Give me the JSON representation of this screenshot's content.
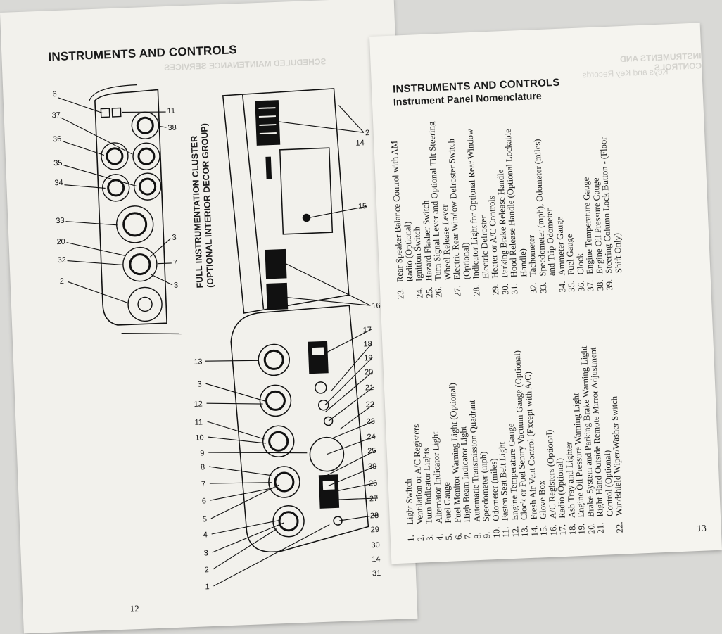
{
  "left_page": {
    "heading": "INSTRUMENTS AND CONTROLS",
    "page_number": "12",
    "ghost_text": "SCHEDULED MAINTENANCE SERVICES",
    "cluster_label_line1": "FULL INSTRUMENTATION CLUSTER",
    "cluster_label_line2": "(OPTIONAL INTERIOR DECOR GROUP)"
  },
  "right_page": {
    "heading": "INSTRUMENTS AND CONTROLS",
    "subheading": "Instrument Panel Nomenclature",
    "page_number": "13",
    "ghost_heading": "INSTRUMENTS AND CONTROLS",
    "ghost_subheading": "Keys and Key Records"
  },
  "nomenclature": [
    {
      "n": "1.",
      "t": "Light Switch"
    },
    {
      "n": "2.",
      "t": "Ventilation or A/C Registers"
    },
    {
      "n": "3.",
      "t": "Turn Indicator Lights"
    },
    {
      "n": "4.",
      "t": "Alternator Indicator Light"
    },
    {
      "n": "5.",
      "t": "Fuel Gauge"
    },
    {
      "n": "6.",
      "t": "Fuel Monitor Warning Light (Optional)"
    },
    {
      "n": "7.",
      "t": "High Beam Indicator Light"
    },
    {
      "n": "8.",
      "t": "Automatic Transmission Quadrant"
    },
    {
      "n": "9.",
      "t": "Speedometer (mph)"
    },
    {
      "n": "10.",
      "t": "Odometer (miles)"
    },
    {
      "n": "11.",
      "t": "Fasten Seat Belt Light"
    },
    {
      "n": "12.",
      "t": "Engine Temperature Gauge"
    },
    {
      "n": "13.",
      "t": "Clock or Fuel Sentry Vacuum Gauge (Optional)"
    },
    {
      "n": "14.",
      "t": "Fresh Air Vent Control (Except with A/C)"
    },
    {
      "n": "15.",
      "t": "Glove Box"
    },
    {
      "n": "16.",
      "t": "A/C Registers (Optional)"
    },
    {
      "n": "17.",
      "t": "Radio (Optional)"
    },
    {
      "n": "18.",
      "t": "Ash Tray and Lighter"
    },
    {
      "n": "19.",
      "t": "Engine Oil Pressure Warning Light"
    },
    {
      "n": "20.",
      "t": "Brake System and Parking Brake Warning Light"
    },
    {
      "n": "21.",
      "t": "Right Hand Outside Remote Mirror Adjustment",
      "c": "Control (Optional)"
    },
    {
      "n": "22.",
      "t": "Windshield Wiper/Washer Switch"
    },
    {
      "n": "23.",
      "t": "Rear Speaker Balance Control with AM",
      "c": "Radio (Optional)"
    },
    {
      "n": "24.",
      "t": "Ignition Switch"
    },
    {
      "n": "25.",
      "t": "Hazard Flasher Switch"
    },
    {
      "n": "26.",
      "t": "Turn Signal Lever and Optional Tilt Steering",
      "c": "Wheel Release Lever"
    },
    {
      "n": "27.",
      "t": "Electric Rear Window Defroster Switch",
      "c": "(Optional)"
    },
    {
      "n": "28.",
      "t": "Indicator Light for Optional Rear Window",
      "c": "Electric Defroster"
    },
    {
      "n": "29.",
      "t": "Heater or A/C Controls"
    },
    {
      "n": "30.",
      "t": "Parking Brake Release Handle"
    },
    {
      "n": "31.",
      "t": "Hood Release Handle (Optional Lockable",
      "c": "Handle)"
    },
    {
      "n": "32.",
      "t": "Tachometer"
    },
    {
      "n": "33.",
      "t": "Speedometer (mph), Odometer (miles)",
      "c": "and Trip Odometer"
    },
    {
      "n": "34.",
      "t": "Ammeter Gauge"
    },
    {
      "n": "35.",
      "t": "Fuel Gauge"
    },
    {
      "n": "36.",
      "t": "Clock"
    },
    {
      "n": "37.",
      "t": "Engine Temperature Gauge"
    },
    {
      "n": "38.",
      "t": "Engine Oil Pressure Gauge"
    },
    {
      "n": "39.",
      "t": "Steering Column Lock Button - (Floor",
      "c": "Shift Only)"
    }
  ],
  "cluster_callouts": [
    "6",
    "37",
    "36",
    "35",
    "34",
    "33",
    "20",
    "32",
    "2",
    "11",
    "38",
    "3",
    "7",
    "3"
  ],
  "panel_callouts_left": [
    "13",
    "3",
    "12",
    "11",
    "10",
    "9",
    "8",
    "7",
    "6",
    "5",
    "4",
    "3",
    "2",
    "1"
  ],
  "panel_callouts_right": [
    "2",
    "14",
    "15",
    "16",
    "17",
    "18",
    "19",
    "20",
    "21",
    "22",
    "23",
    "24",
    "25",
    "39",
    "26",
    "27",
    "28",
    "29",
    "30",
    "14",
    "31"
  ],
  "icons": {
    "gauge": "round-dial-gauge",
    "register": "air-vent-register"
  }
}
